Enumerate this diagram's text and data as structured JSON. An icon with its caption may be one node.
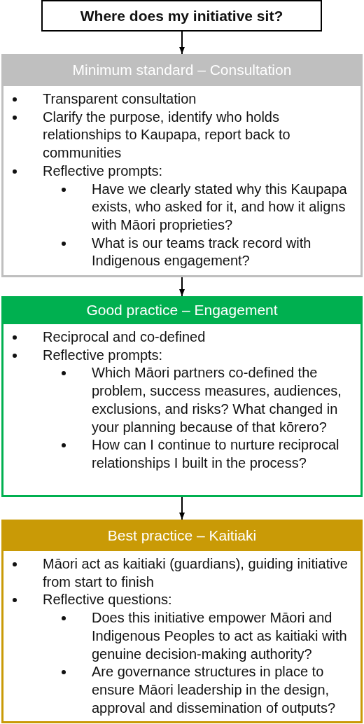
{
  "diagram": {
    "nodes": [
      {
        "text": [
          "Where does my initiative sit?"
        ]
      },
      {
        "text": [
          "Minimum standard – Consultation",
          "Transparent consultation",
          "Clarify the purpose, identify who holds relationships to Kaupapa, report back to communities",
          "Reflective prompts:",
          "Have we clearly stated why this Kaupapa exists, who asked for it, and how it aligns with Māori proprieties?",
          "What is our teams track record with Indigenous engagement?"
        ]
      },
      {
        "text": [
          "Good practice – Engagement",
          "Reciprocal and co-defined",
          "Reflective prompts:",
          "Which Māori partners co-defined the problem, success measures, audiences, exclusions, and risks? What changed in your planning because of that kōrero?",
          "How can I continue to nurture reciprocal relationships I built in the process?"
        ]
      },
      {
        "text": [
          "Best practice – Kaitiaki",
          "Māori act as kaitiaki (guardians), guiding initiative from start to finish",
          "Reflective questions:",
          "Does this initiative empower Māori and Indigenous Peoples to act as kaitiaki with genuine decision-making authority?",
          "Are governance structures in place to ensure Māori leadership in the design, approval and dissemination of outputs?"
        ]
      }
    ],
    "edges": [
      {
        "from": 0,
        "to": 1,
        "arrow": "to"
      },
      {
        "from": 1,
        "to": 2,
        "arrow": "to"
      },
      {
        "from": 2,
        "to": 3,
        "arrow": "to"
      }
    ]
  }
}
